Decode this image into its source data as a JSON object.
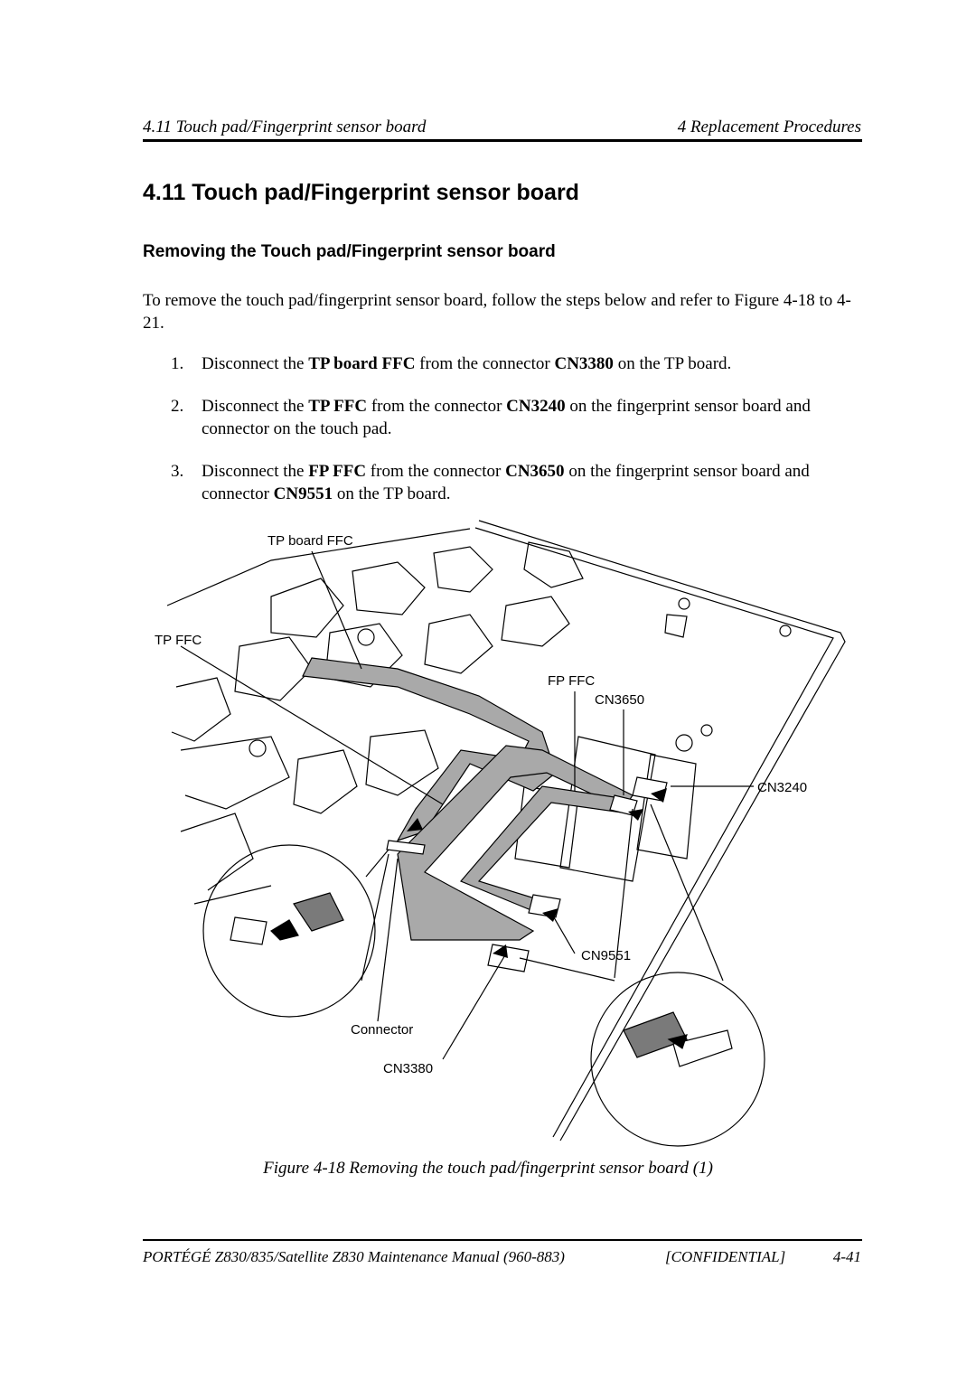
{
  "header": {
    "left": "4.11  Touch pad/Fingerprint sensor board",
    "right": "4 Replacement Procedures"
  },
  "section": {
    "title": "4.11  Touch pad/Fingerprint sensor board",
    "subtitle": "Removing the Touch pad/Fingerprint sensor board",
    "intro": "To remove the touch pad/fingerprint sensor board, follow the steps below and refer to Figure 4-18 to 4-21."
  },
  "steps": [
    {
      "num": "1.",
      "parts": [
        "Disconnect the ",
        "TP board FFC",
        " from the connector ",
        "CN3380",
        " on the TP board."
      ]
    },
    {
      "num": "2.",
      "parts": [
        "Disconnect the ",
        "TP FFC",
        " from the connector ",
        "CN3240",
        " on the fingerprint sensor board and connector on the touch pad."
      ]
    },
    {
      "num": "3.",
      "parts": [
        "Disconnect the ",
        "FP FFC",
        " from the connector ",
        "CN3650",
        " on the fingerprint sensor board and connector ",
        "CN9551",
        " on the TP board."
      ]
    }
  ],
  "figure_labels": {
    "tp_board_ffc": "TP board FFC",
    "tp_ffc": "TP FFC",
    "fp_ffc": "FP FFC",
    "cn3650": "CN3650",
    "cn3240": "CN3240",
    "cn9551": "CN9551",
    "connector": "Connector",
    "cn3380": "CN3380"
  },
  "caption": "Figure 4-18  Removing the touch pad/fingerprint sensor board (1)",
  "footer": {
    "manual": "PORTÉGÉ Z830/835/Satellite Z830 Maintenance Manual (960-883)",
    "confidential": "[CONFIDENTIAL]",
    "page": "4-41"
  }
}
